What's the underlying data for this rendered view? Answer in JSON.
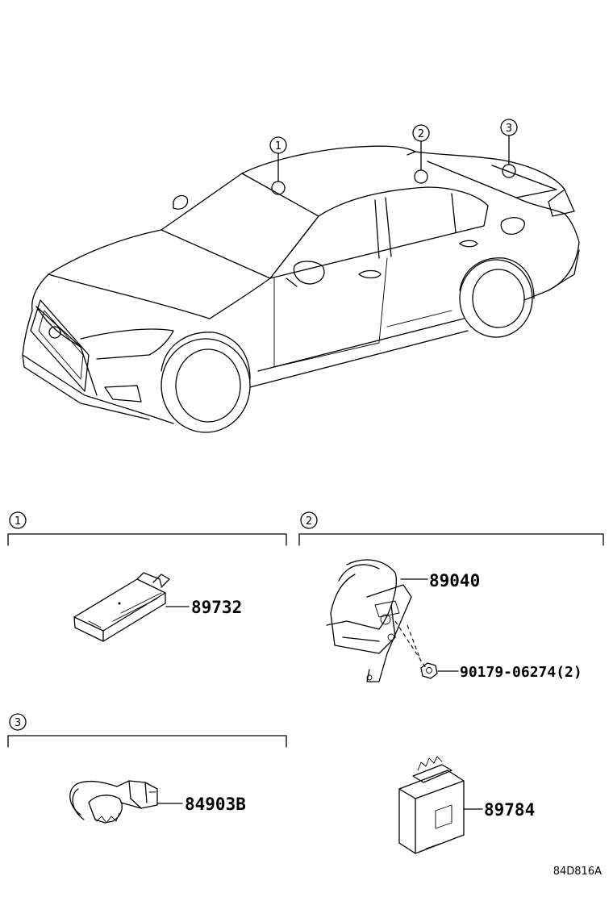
{
  "diagram": {
    "id": "84D816A",
    "locations": [
      {
        "callout": "1"
      },
      {
        "callout": "2"
      },
      {
        "callout": "3"
      }
    ],
    "groups": [
      {
        "callout": "1",
        "parts": [
          {
            "number": "89732"
          }
        ]
      },
      {
        "callout": "2",
        "parts": [
          {
            "number": "89040"
          },
          {
            "number": "90179-06274(2)"
          }
        ]
      },
      {
        "callout": "3",
        "parts": [
          {
            "number": "84903B"
          }
        ]
      }
    ],
    "loose_parts": [
      {
        "number": "89784"
      }
    ]
  }
}
